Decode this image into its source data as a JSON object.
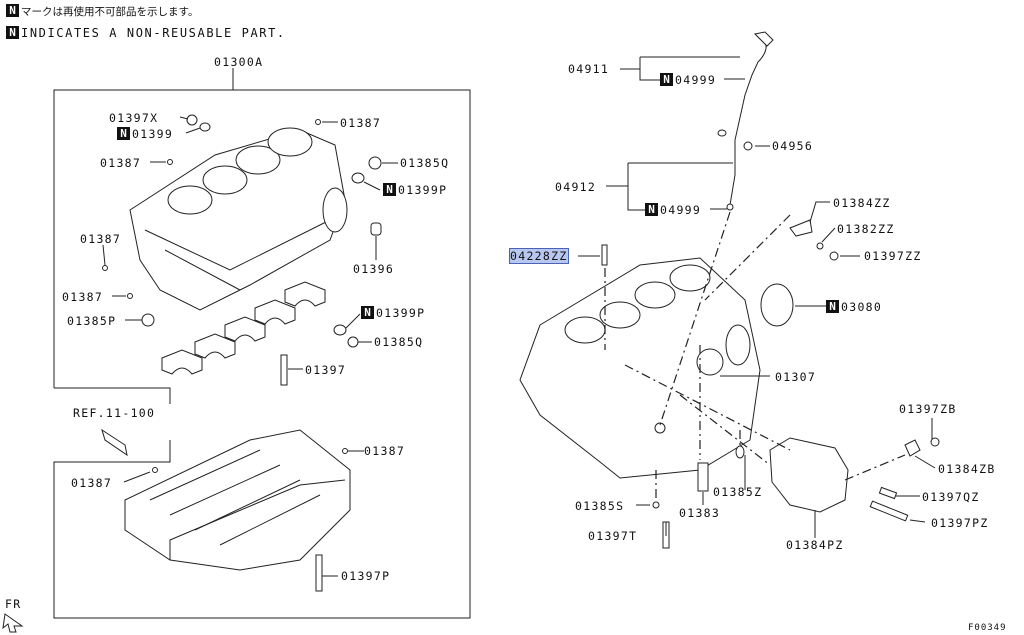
{
  "notes": {
    "jp": "マークは再使用不可部品を示します。",
    "en": "INDICATES A NON-REUSABLE PART.",
    "n_mark": "N"
  },
  "frame_title": "01300A",
  "ref_label": "REF.11-100",
  "fr_label": "FR",
  "figure_code": "F00349",
  "left_labels": [
    {
      "id": "01397x",
      "text": "01397X",
      "n": false
    },
    {
      "id": "01399a",
      "text": "01399",
      "n": true
    },
    {
      "id": "01387a",
      "text": "01387",
      "n": false
    },
    {
      "id": "01387b",
      "text": "01387",
      "n": false
    },
    {
      "id": "01385q-a",
      "text": "01385Q",
      "n": false
    },
    {
      "id": "01399p-a",
      "text": "01399P",
      "n": true
    },
    {
      "id": "01387c",
      "text": "01387",
      "n": false
    },
    {
      "id": "01396",
      "text": "01396",
      "n": false
    },
    {
      "id": "01387d",
      "text": "01387",
      "n": false
    },
    {
      "id": "01385p",
      "text": "01385P",
      "n": false
    },
    {
      "id": "01399p-b",
      "text": "01399P",
      "n": true
    },
    {
      "id": "01385q-b",
      "text": "01385Q",
      "n": false
    },
    {
      "id": "01397",
      "text": "01397",
      "n": false
    },
    {
      "id": "01387e",
      "text": "01387",
      "n": false
    },
    {
      "id": "01387f",
      "text": "01387",
      "n": false
    },
    {
      "id": "01397p",
      "text": "01397P",
      "n": false
    }
  ],
  "right_labels": [
    {
      "id": "04911",
      "text": "04911",
      "n": false
    },
    {
      "id": "04999a",
      "text": "04999",
      "n": true
    },
    {
      "id": "04956",
      "text": "04956",
      "n": false
    },
    {
      "id": "04912",
      "text": "04912",
      "n": false
    },
    {
      "id": "04999b",
      "text": "04999",
      "n": true
    },
    {
      "id": "01384zz",
      "text": "01384ZZ",
      "n": false
    },
    {
      "id": "01382zz",
      "text": "01382ZZ",
      "n": false
    },
    {
      "id": "04228zz",
      "text": "04228ZZ",
      "n": false,
      "highlight": true
    },
    {
      "id": "01397zz",
      "text": "01397ZZ",
      "n": false
    },
    {
      "id": "03080",
      "text": "03080",
      "n": true
    },
    {
      "id": "01307",
      "text": "01307",
      "n": false
    },
    {
      "id": "01397zb",
      "text": "01397ZB",
      "n": false
    },
    {
      "id": "01384zb",
      "text": "01384ZB",
      "n": false
    },
    {
      "id": "01385s",
      "text": "01385S",
      "n": false
    },
    {
      "id": "01385z",
      "text": "01385Z",
      "n": false
    },
    {
      "id": "01397qz",
      "text": "01397QZ",
      "n": false
    },
    {
      "id": "01383",
      "text": "01383",
      "n": false
    },
    {
      "id": "01397t",
      "text": "01397T",
      "n": false
    },
    {
      "id": "01397pz",
      "text": "01397PZ",
      "n": false
    },
    {
      "id": "01384pz",
      "text": "01384PZ",
      "n": false
    }
  ]
}
